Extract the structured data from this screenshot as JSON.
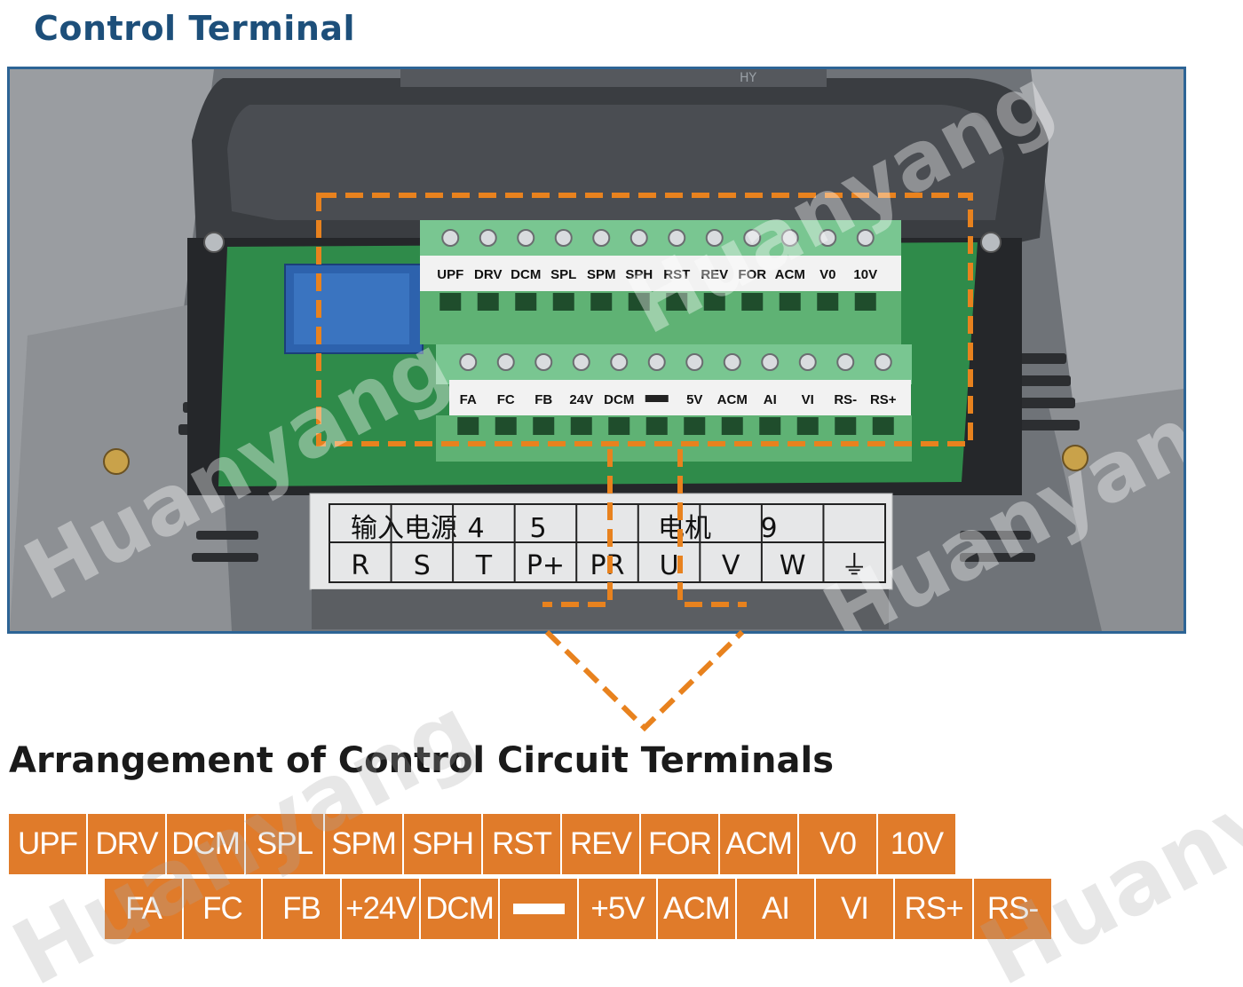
{
  "page_title": "Control Terminal",
  "section_title": "Arrangement of Control Circuit Terminals",
  "photo": {
    "board_row_top": [
      "UPF",
      "DRV",
      "DCM",
      "SPL",
      "SPM",
      "SPH",
      "RST",
      "REV",
      "FOR",
      "ACM",
      "V0",
      "10V"
    ],
    "board_row_bottom": [
      "FA",
      "FC",
      "FB",
      "24V",
      "DCM",
      "",
      "5V",
      "ACM",
      "AI",
      "VI",
      "RS-",
      "RS+"
    ],
    "power_label_top": [
      "输入电源",
      "4",
      "5",
      "电机",
      "9"
    ],
    "power_label_bottom": [
      "R",
      "S",
      "T",
      "P+",
      "PR",
      "U",
      "V",
      "W",
      "⏚"
    ],
    "brand_mark": "HY"
  },
  "terminals": {
    "row1": [
      "UPF",
      "DRV",
      "DCM",
      "SPL",
      "SPM",
      "SPH",
      "RST",
      "REV",
      "FOR",
      "ACM",
      "V0",
      "10V"
    ],
    "row2": [
      "FA",
      "FC",
      "FB",
      "+24V",
      "DCM",
      "",
      "+5V",
      "ACM",
      "AI",
      "VI",
      "RS+",
      "RS-"
    ]
  },
  "watermark": "Huanyang",
  "colors": {
    "title_blue": "#1d4f7a",
    "frame_blue": "#2d6495",
    "terminal_orange": "#e07b2a",
    "dash_orange": "#e8821e",
    "terminal_green": "#62b878"
  }
}
